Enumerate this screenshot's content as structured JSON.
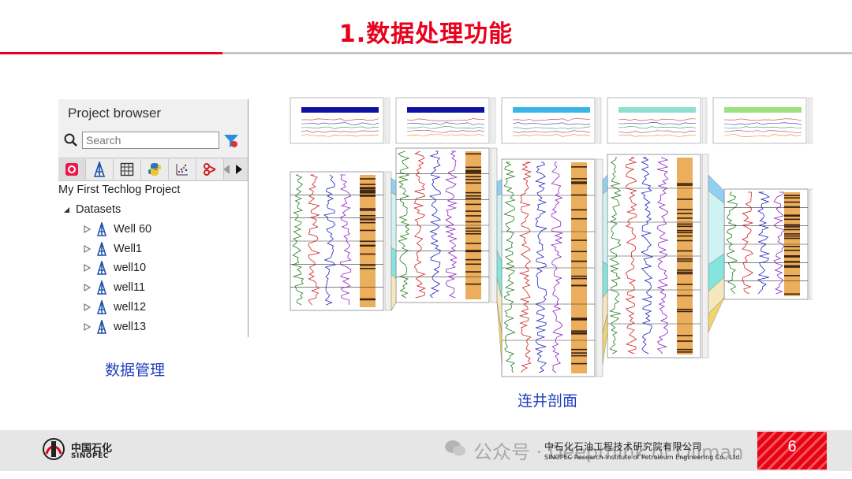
{
  "slide": {
    "title": "1.数据处理功能",
    "caption_left": "数据管理",
    "caption_right": "连井剖面",
    "accent_color": "#e8001c",
    "caption_color": "#1f3fbf"
  },
  "browser": {
    "title": "Project browser",
    "search_placeholder": "Search",
    "toolbar_icons": [
      "project-icon",
      "well-icon",
      "table-icon",
      "python-icon",
      "scatter-plot-icon",
      "workflow-icon"
    ],
    "project_name": "My First Techlog Project",
    "datasets_label": "Datasets",
    "wells": [
      "Well 60",
      "Well1",
      "well10",
      "well11",
      "well12",
      "well13"
    ]
  },
  "footer": {
    "company_cn": "中国石化",
    "company_en": "SINOPEC",
    "watermark": "公众号 · Deepthink of Oilman",
    "institute_cn": "中石化石油工程技术研究院有限公司",
    "institute_en": "SINOPEC Research Institute of Petroleum Engineering Co., Ltd.",
    "page_number": "6"
  }
}
